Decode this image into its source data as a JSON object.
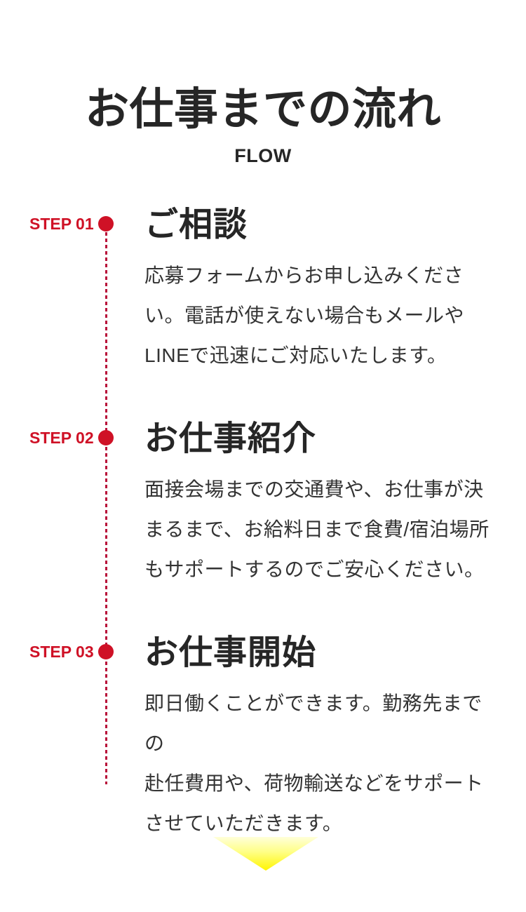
{
  "header": {
    "title": "お仕事までの流れ",
    "subtitle": "FLOW"
  },
  "steps": [
    {
      "label": "STEP 01",
      "title": "ご相談",
      "description": "応募フォームからお申し込みくださ\nい。電話が使えない場合もメールや\nLINEで迅速にご対応いたします。"
    },
    {
      "label": "STEP 02",
      "title": "お仕事紹介",
      "description": "面接会場までの交通費や、お仕事が決\nまるまで、お給料日まで食費/宿泊場所\nもサポートするのでご安心ください。"
    },
    {
      "label": "STEP 03",
      "title": "お仕事開始",
      "description": "即日働くことができます。勤務先までの\n赴任費用や、荷物輸送などをサポート\nさせていただきます。"
    }
  ],
  "colors": {
    "accent_red": "#cf1126",
    "timeline_red": "#b8123a",
    "heading_dark": "#262626",
    "body_text": "#333333",
    "arrow_yellow": "#fff500",
    "background": "#ffffff"
  },
  "icons": {
    "scroll_down_arrow": "down-triangle"
  }
}
